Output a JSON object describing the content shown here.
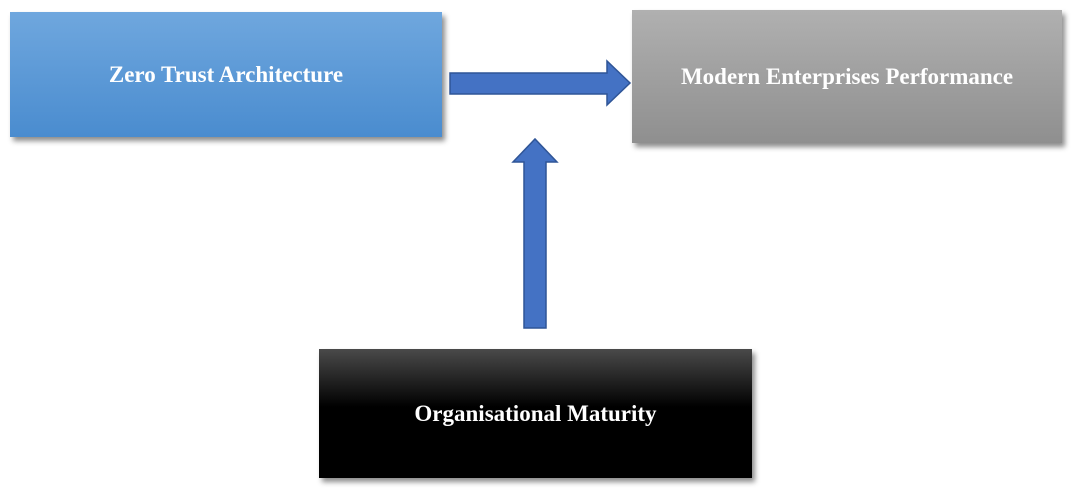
{
  "diagram": {
    "nodes": [
      {
        "id": "zta",
        "label": "Zero Trust Architecture",
        "color": "#5b9bd5"
      },
      {
        "id": "mep",
        "label": "Modern Enterprises Performance",
        "color": "#a5a5a5"
      },
      {
        "id": "om",
        "label": "Organisational Maturity",
        "color": "#000000"
      }
    ],
    "edges": [
      {
        "from": "zta",
        "to": "mep"
      },
      {
        "from": "om",
        "to": "zta-mep-link"
      }
    ],
    "arrow_color": "#4472c4"
  }
}
